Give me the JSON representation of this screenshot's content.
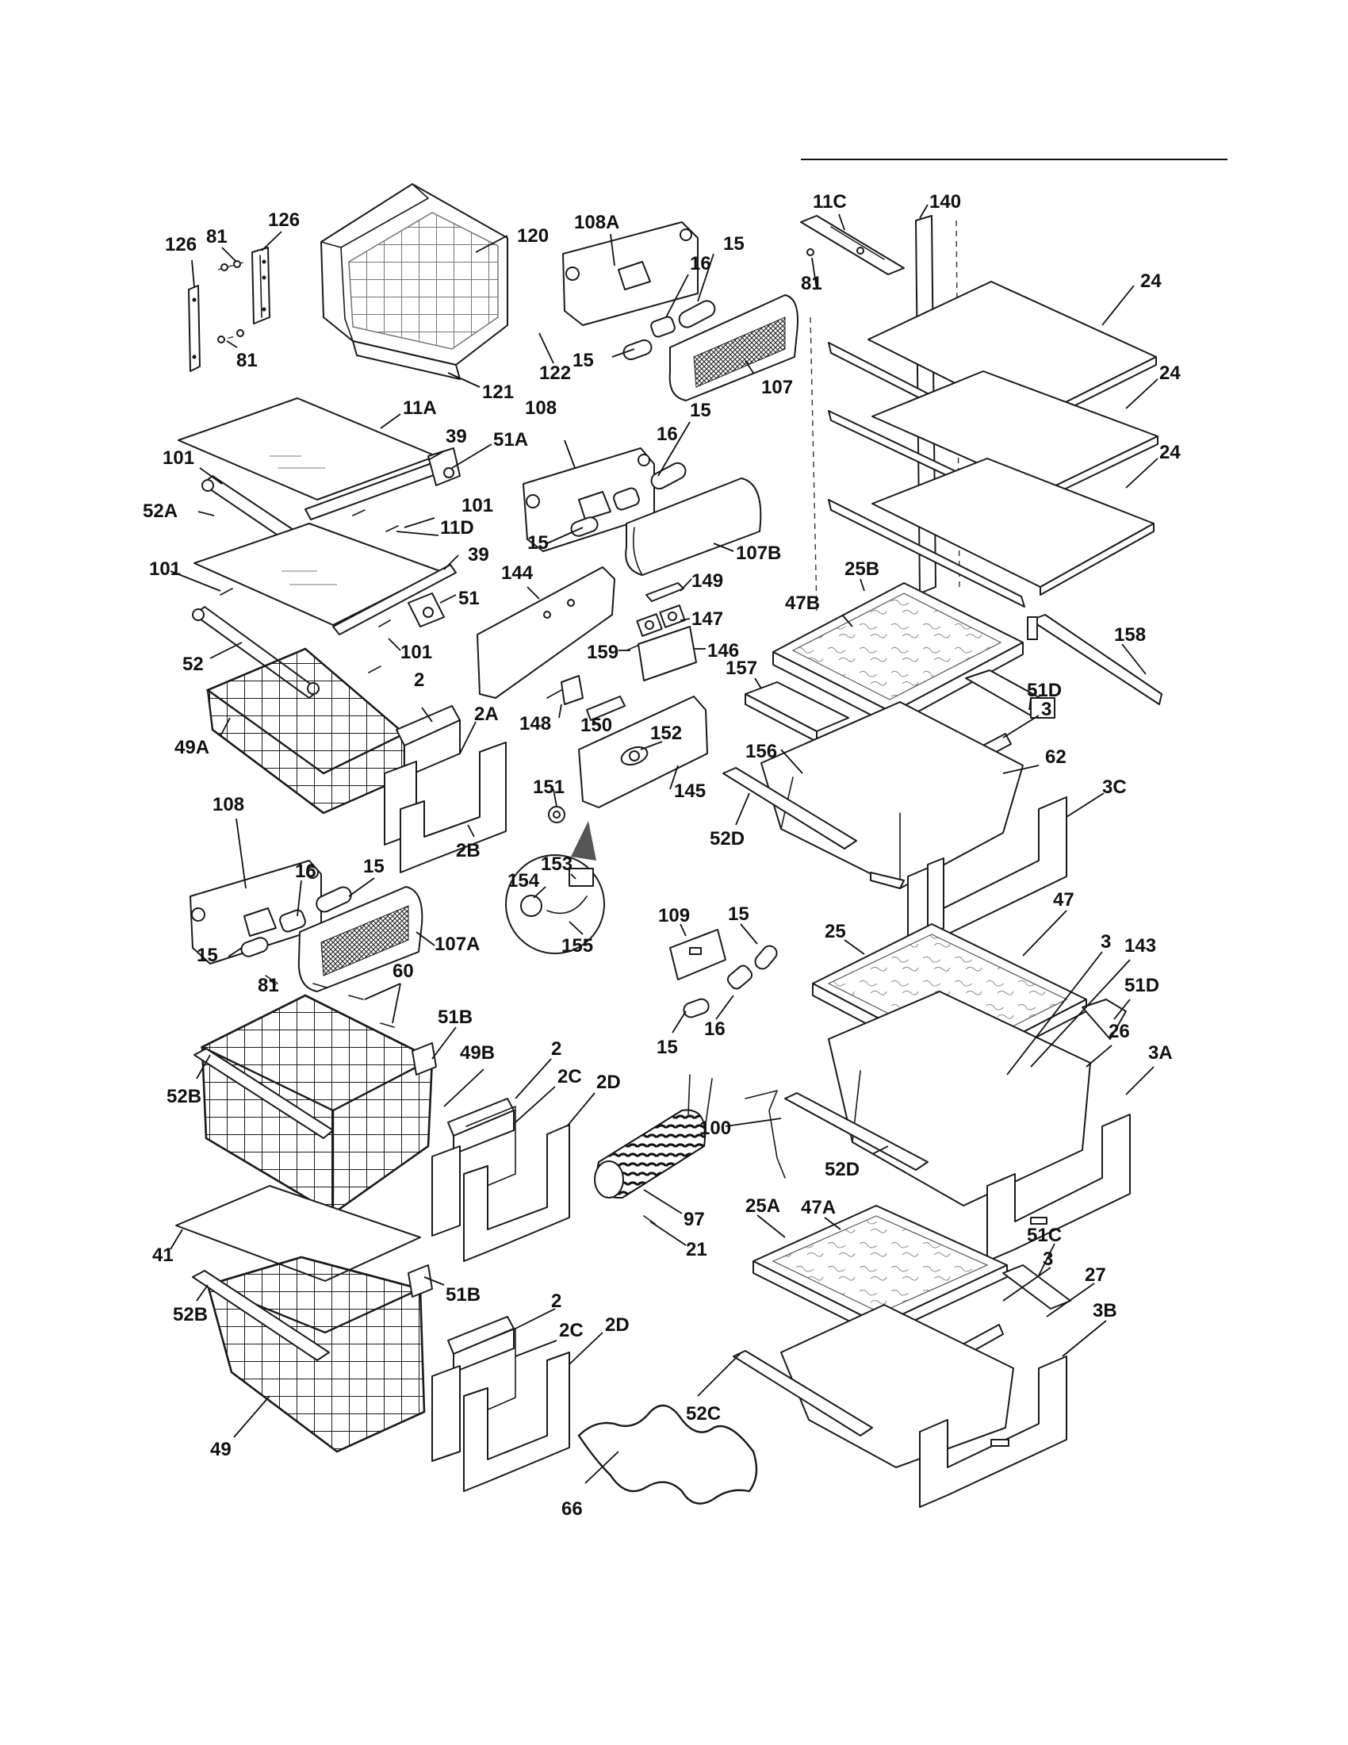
{
  "diagram": {
    "type": "exploded parts diagram",
    "colors": {
      "line": "#1a1a1a",
      "background": "#ffffff"
    }
  },
  "callouts": [
    {
      "id": "c1",
      "text": "126"
    },
    {
      "id": "c2",
      "text": "81"
    },
    {
      "id": "c3",
      "text": "126"
    },
    {
      "id": "c4",
      "text": "81"
    },
    {
      "id": "c5",
      "text": "120"
    },
    {
      "id": "c6",
      "text": "122"
    },
    {
      "id": "c7",
      "text": "121"
    },
    {
      "id": "c8",
      "text": "108A"
    },
    {
      "id": "c9",
      "text": "16"
    },
    {
      "id": "c10",
      "text": "15"
    },
    {
      "id": "c11",
      "text": "15"
    },
    {
      "id": "c12",
      "text": "107"
    },
    {
      "id": "c13",
      "text": "11C"
    },
    {
      "id": "c14",
      "text": "140"
    },
    {
      "id": "c15",
      "text": "81"
    },
    {
      "id": "c16",
      "text": "24"
    },
    {
      "id": "c17",
      "text": "24"
    },
    {
      "id": "c18",
      "text": "24"
    },
    {
      "id": "c19",
      "text": "11A"
    },
    {
      "id": "c20",
      "text": "39"
    },
    {
      "id": "c21",
      "text": "51A"
    },
    {
      "id": "c22",
      "text": "101"
    },
    {
      "id": "c23",
      "text": "52A"
    },
    {
      "id": "c24",
      "text": "101"
    },
    {
      "id": "c25",
      "text": "11D"
    },
    {
      "id": "c26",
      "text": "39"
    },
    {
      "id": "c27",
      "text": "101"
    },
    {
      "id": "c28",
      "text": "51"
    },
    {
      "id": "c29",
      "text": "101"
    },
    {
      "id": "c30",
      "text": "52"
    },
    {
      "id": "c31",
      "text": "108"
    },
    {
      "id": "c32",
      "text": "16"
    },
    {
      "id": "c33",
      "text": "15"
    },
    {
      "id": "c34",
      "text": "15"
    },
    {
      "id": "c35",
      "text": "107B"
    },
    {
      "id": "c36",
      "text": "144"
    },
    {
      "id": "c37",
      "text": "149"
    },
    {
      "id": "c38",
      "text": "147"
    },
    {
      "id": "c39",
      "text": "146"
    },
    {
      "id": "c40",
      "text": "159"
    },
    {
      "id": "c41",
      "text": "148"
    },
    {
      "id": "c42",
      "text": "150"
    },
    {
      "id": "c43",
      "text": "152"
    },
    {
      "id": "c44",
      "text": "145"
    },
    {
      "id": "c45",
      "text": "151"
    },
    {
      "id": "c46",
      "text": "25B"
    },
    {
      "id": "c47",
      "text": "47B"
    },
    {
      "id": "c48",
      "text": "158"
    },
    {
      "id": "c49",
      "text": "157"
    },
    {
      "id": "c50",
      "text": "51D"
    },
    {
      "id": "c51",
      "text": "3"
    },
    {
      "id": "c52",
      "text": "156"
    },
    {
      "id": "c53",
      "text": "62"
    },
    {
      "id": "c54",
      "text": "3C"
    },
    {
      "id": "c55",
      "text": "52D"
    },
    {
      "id": "c56",
      "text": "2"
    },
    {
      "id": "c57",
      "text": "2A"
    },
    {
      "id": "c58",
      "text": "49A"
    },
    {
      "id": "c59",
      "text": "2B"
    },
    {
      "id": "c60",
      "text": "108"
    },
    {
      "id": "c61",
      "text": "16"
    },
    {
      "id": "c62",
      "text": "15"
    },
    {
      "id": "c63",
      "text": "15"
    },
    {
      "id": "c64",
      "text": "107A"
    },
    {
      "id": "c65",
      "text": "153"
    },
    {
      "id": "c66",
      "text": "154"
    },
    {
      "id": "c67",
      "text": "155"
    },
    {
      "id": "c68",
      "text": "109"
    },
    {
      "id": "c69",
      "text": "15"
    },
    {
      "id": "c70",
      "text": "16"
    },
    {
      "id": "c71",
      "text": "15"
    },
    {
      "id": "c72",
      "text": "47"
    },
    {
      "id": "c73",
      "text": "25"
    },
    {
      "id": "c74",
      "text": "3"
    },
    {
      "id": "c75",
      "text": "143"
    },
    {
      "id": "c76",
      "text": "51D"
    },
    {
      "id": "c77",
      "text": "26"
    },
    {
      "id": "c78",
      "text": "3A"
    },
    {
      "id": "c79",
      "text": "81"
    },
    {
      "id": "c80",
      "text": "60"
    },
    {
      "id": "c81",
      "text": "51B"
    },
    {
      "id": "c82",
      "text": "49B"
    },
    {
      "id": "c83",
      "text": "52B"
    },
    {
      "id": "c84",
      "text": "2"
    },
    {
      "id": "c85",
      "text": "2C"
    },
    {
      "id": "c86",
      "text": "2D"
    },
    {
      "id": "c87",
      "text": "100"
    },
    {
      "id": "c88",
      "text": "52D"
    },
    {
      "id": "c89",
      "text": "97"
    },
    {
      "id": "c90",
      "text": "21"
    },
    {
      "id": "c91",
      "text": "25A"
    },
    {
      "id": "c92",
      "text": "47A"
    },
    {
      "id": "c93",
      "text": "51C"
    },
    {
      "id": "c94",
      "text": "3"
    },
    {
      "id": "c95",
      "text": "27"
    },
    {
      "id": "c96",
      "text": "3B"
    },
    {
      "id": "c97",
      "text": "41"
    },
    {
      "id": "c98",
      "text": "51B"
    },
    {
      "id": "c99",
      "text": "52B"
    },
    {
      "id": "c100",
      "text": "2"
    },
    {
      "id": "c101",
      "text": "2C"
    },
    {
      "id": "c102",
      "text": "2D"
    },
    {
      "id": "c103",
      "text": "52C"
    },
    {
      "id": "c104",
      "text": "49"
    },
    {
      "id": "c105",
      "text": "66"
    }
  ]
}
